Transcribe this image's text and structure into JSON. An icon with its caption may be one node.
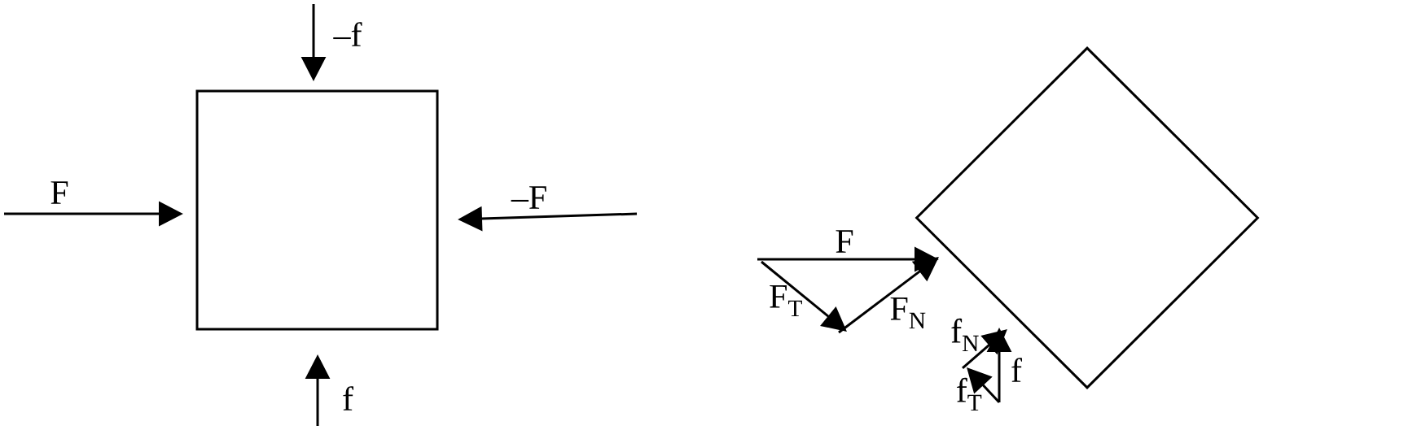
{
  "diagram": {
    "nodes": [
      {
        "text": [],
        "shape": "box"
      },
      {
        "text": [],
        "shape": "diamond"
      }
    ],
    "labels": [
      "–f",
      "F",
      "–F",
      "f",
      "F",
      "F$_{T}$",
      "F$_{N}$",
      "f$_{N}$",
      "f",
      "f$_{T}$"
    ]
  }
}
